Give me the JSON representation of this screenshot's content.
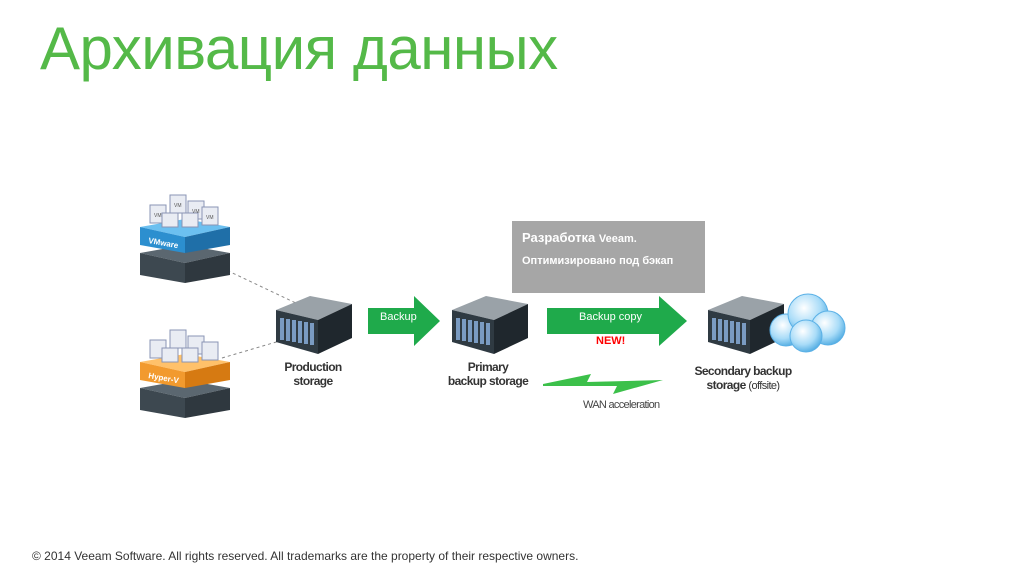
{
  "title": "Архивация данных",
  "footer": "© 2014 Veeam Software. All rights reserved. All trademarks are the property of their respective owners.",
  "hypervisors": {
    "vmware": "VMware",
    "hyperv": "Hyper-V",
    "vm_label": "VM"
  },
  "nodes": {
    "production": [
      "Production",
      "storage"
    ],
    "primary": [
      "Primary",
      "backup storage"
    ],
    "secondary": [
      "Secondary backup",
      "storage",
      "(offsite)"
    ]
  },
  "callout": {
    "heading": "Разработка",
    "brand": "Veeam.",
    "sub": "Оптимизировано под бэкап"
  },
  "arrows": {
    "backup": "Backup",
    "backup_copy": "Backup copy",
    "new_badge": "NEW!",
    "wan": "WAN acceleration"
  },
  "colors": {
    "title_green": "#54b948",
    "arrow_green": "#1faa4b",
    "vmware_blue": "#2c8fcf",
    "hyperv_orange": "#f29a2e",
    "callout_gray": "#a6a6a6",
    "new_red": "#ff0000"
  }
}
